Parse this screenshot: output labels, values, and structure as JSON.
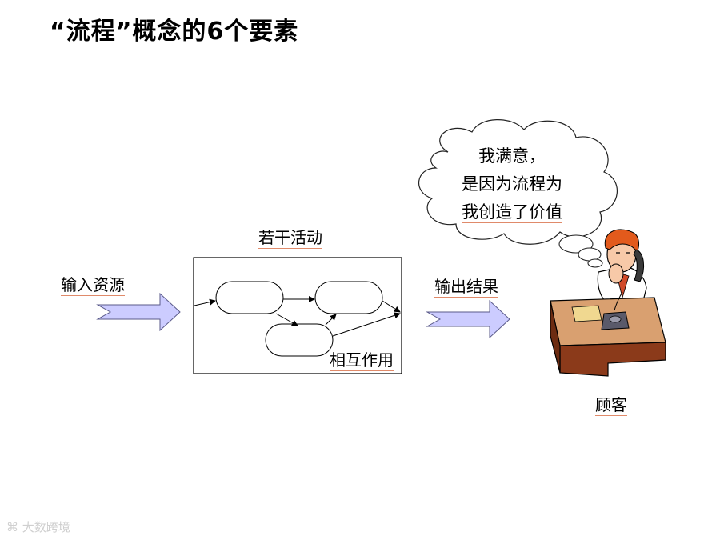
{
  "title": "“流程”概念的6个要素",
  "labels": {
    "input": "输入资源",
    "activities": "若干活动",
    "interaction": "相互作用",
    "output": "输出结果",
    "customer": "顾客"
  },
  "thought_bubble": {
    "line1": "我满意，",
    "line2": "是因为流程为",
    "line3": "我创造了价值"
  },
  "watermark": "大数跨境",
  "colors": {
    "arrow_fill": "#ccccff",
    "underline": "#e08a6a",
    "desk": "#8b3a1a",
    "hair": "#e25a1c"
  }
}
